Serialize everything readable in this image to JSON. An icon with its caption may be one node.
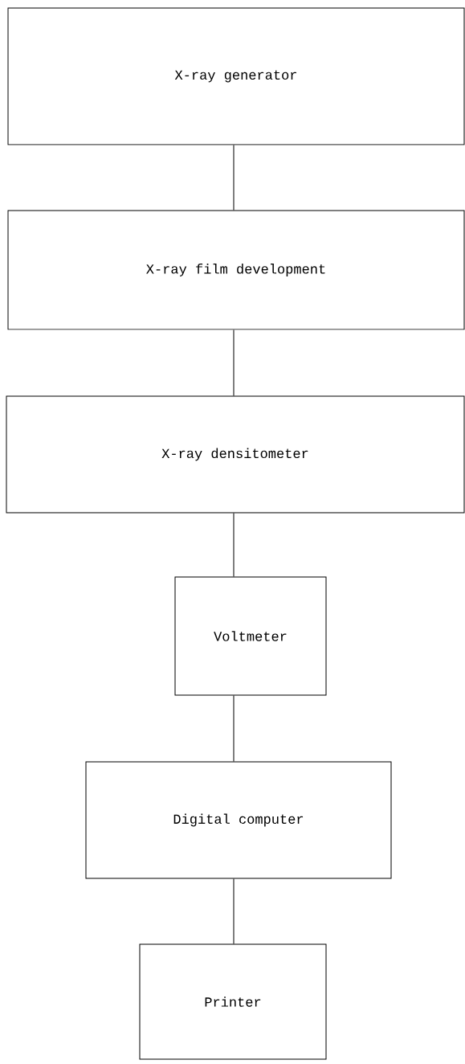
{
  "diagram": {
    "nodes": [
      {
        "text": [
          "X-ray generator"
        ]
      },
      {
        "text": [
          "X-ray film development"
        ]
      },
      {
        "text": [
          "X-ray densitometer"
        ]
      },
      {
        "text": [
          "Voltmeter"
        ]
      },
      {
        "text": [
          "Digital computer"
        ]
      },
      {
        "text": [
          "Printer"
        ]
      }
    ],
    "edges": [
      {
        "from": 0,
        "to": 1,
        "arrow": "none"
      },
      {
        "from": 1,
        "to": 2,
        "arrow": "none"
      },
      {
        "from": 2,
        "to": 3,
        "arrow": "none"
      },
      {
        "from": 3,
        "to": 4,
        "arrow": "none"
      },
      {
        "from": 4,
        "to": 5,
        "arrow": "none"
      }
    ]
  }
}
